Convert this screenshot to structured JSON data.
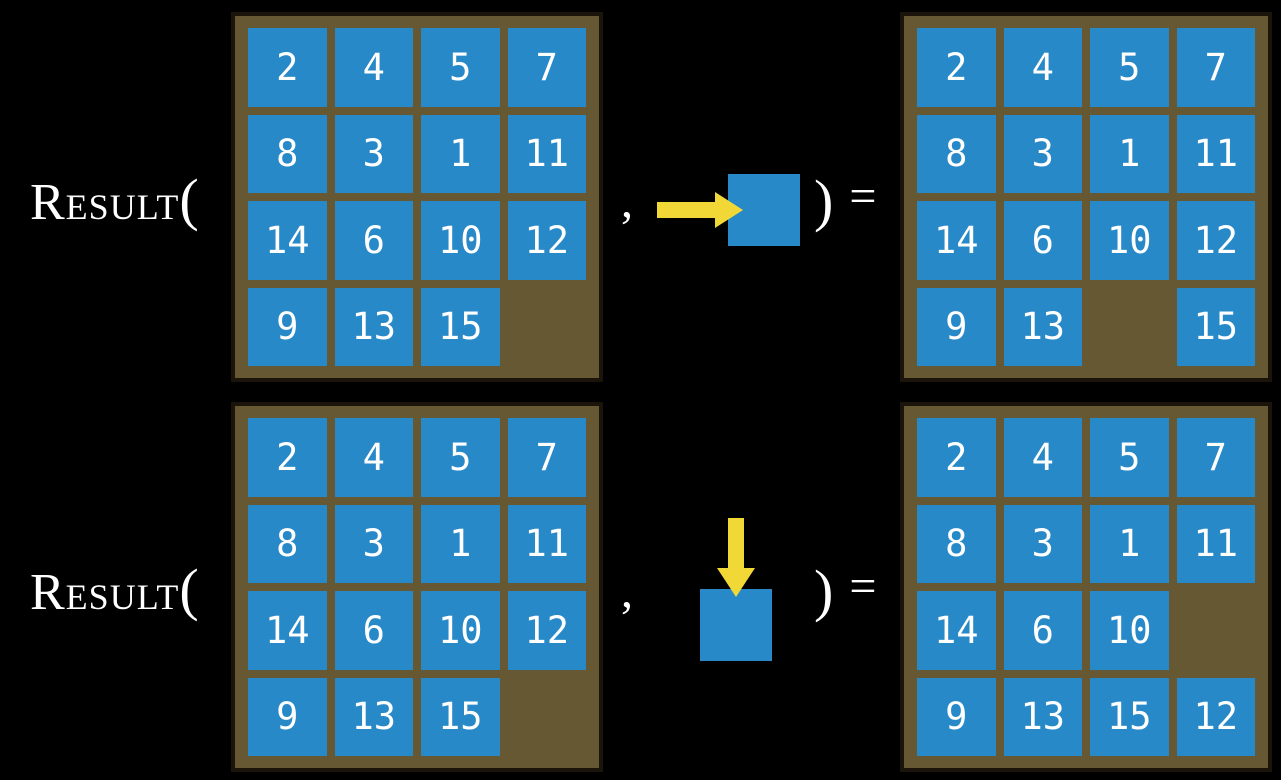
{
  "fn": {
    "name": "Result",
    "open_paren": "(",
    "comma": ",",
    "close_paren": ")",
    "equals": "="
  },
  "examples": [
    {
      "id": 1,
      "move_direction": "right",
      "move_icon": "right-arrow-into-blank-tile",
      "board_before": [
        [
          2,
          4,
          5,
          7
        ],
        [
          8,
          3,
          1,
          11
        ],
        [
          14,
          6,
          10,
          12
        ],
        [
          9,
          13,
          15,
          null
        ]
      ],
      "board_after": [
        [
          2,
          4,
          5,
          7
        ],
        [
          8,
          3,
          1,
          11
        ],
        [
          14,
          6,
          10,
          12
        ],
        [
          9,
          13,
          null,
          15
        ]
      ]
    },
    {
      "id": 2,
      "move_direction": "down",
      "move_icon": "down-arrow-into-blank-tile",
      "board_before": [
        [
          2,
          4,
          5,
          7
        ],
        [
          8,
          3,
          1,
          11
        ],
        [
          14,
          6,
          10,
          12
        ],
        [
          9,
          13,
          15,
          null
        ]
      ],
      "board_after": [
        [
          2,
          4,
          5,
          7
        ],
        [
          8,
          3,
          1,
          11
        ],
        [
          14,
          6,
          10,
          null
        ],
        [
          9,
          13,
          15,
          12
        ]
      ]
    }
  ],
  "colors": {
    "background": "#000000",
    "tile_blue": "#2789c8",
    "board_brown": "#655832",
    "board_border": "#1a140a",
    "arrow_yellow": "#f2d837",
    "text_white": "#ffffff"
  }
}
